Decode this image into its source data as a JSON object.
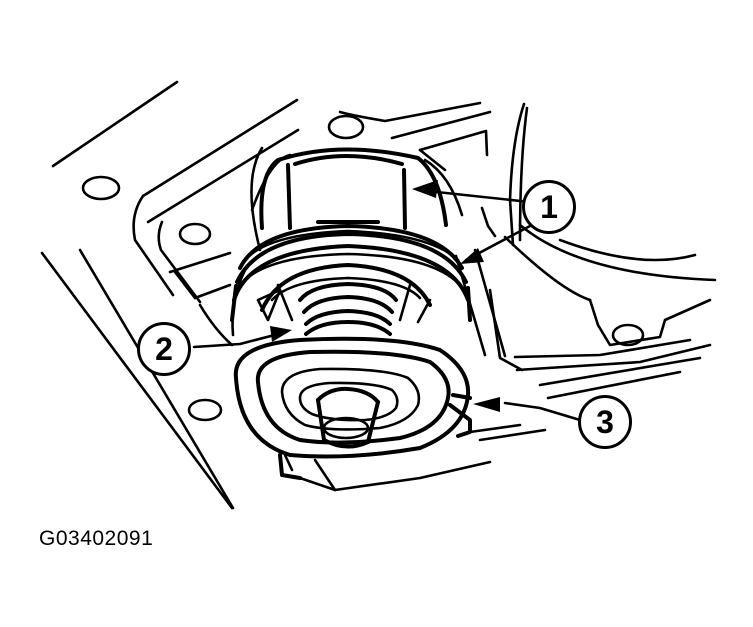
{
  "figure": {
    "id_label": "G03402091",
    "subject": "thermostat-in-housing",
    "line_color": "#000000",
    "background_color": "#ffffff"
  },
  "callouts": [
    {
      "number": "1",
      "targets": [
        "thermostat-upper-flange",
        "thermostat-seal-ring"
      ]
    },
    {
      "number": "2",
      "targets": [
        "thermostat-spring"
      ]
    },
    {
      "number": "3",
      "targets": [
        "thermostat-bracket-tab"
      ]
    }
  ]
}
